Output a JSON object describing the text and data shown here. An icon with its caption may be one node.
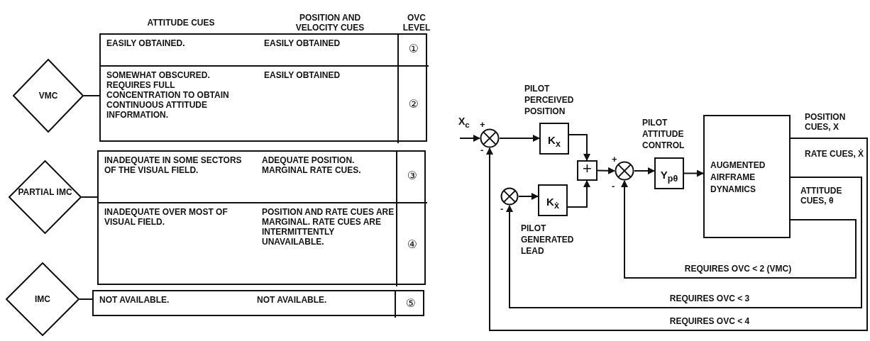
{
  "diagram": {
    "nodes": [
      {
        "text": [
          "VMC"
        ]
      },
      {
        "text": [],
        "shape": "box"
      },
      {
        "text": [
          "EASILY OBTAINED.",
          "EASILY OBTAINED",
          "①"
        ],
        "in": 1
      },
      {
        "text": [
          "SOMEWHAT OBSCURED. REQUIRES FULL CONCENTRATION TO OBTAIN CONTINUOUS ATTITUDE INFORMATION.",
          "EASILY OBTAINED",
          "②"
        ],
        "in": 1
      },
      {
        "text": [
          "PARTIAL IMC"
        ]
      },
      {
        "text": [],
        "shape": "box"
      },
      {
        "text": [
          "INADEQUATE IN SOME SECTORS OF THE VISUAL FIELD.",
          "ADEQUATE POSITION. MARGINAL RATE CUES.",
          "③"
        ],
        "in": 5
      },
      {
        "text": [
          "INADEQUATE OVER MOST OF VISUAL FIELD.",
          "POSITION AND RATE CUES ARE MARGINAL. RATE CUES ARE INTERMITTENTLY UNAVAILABLE.",
          "④"
        ],
        "in": 5
      },
      {
        "text": [
          "IMC"
        ]
      },
      {
        "text": [],
        "shape": "box"
      },
      {
        "text": [
          "NOT AVAILABLE.",
          "NOT AVAILABLE.",
          "⑤"
        ],
        "in": 9
      },
      {
        "text": [],
        "shape": "circle"
      },
      {
        "text": [
          "K$_{x}$"
        ],
        "beside": [
          "PILOT PERCEIVED POSITION"
        ]
      },
      {
        "text": [],
        "shape": "circle"
      },
      {
        "text": [
          "K$_{ẋ}$"
        ],
        "beside": [
          "PILOT GENERATED LEAD"
        ]
      },
      {
        "text": [
          "+"
        ]
      },
      {
        "text": [],
        "shape": "circle"
      },
      {
        "text": [
          "Y$_{pθ}$"
        ],
        "beside": [
          "PILOT ATTITUDE CONTROL"
        ]
      },
      {
        "text": [
          "AUGMENTED AIRFRAME DYNAMICS"
        ]
      }
    ],
    "edges": [
      {
        "from": 0,
        "to": 1,
        "arrow": "none"
      },
      {
        "from": 4,
        "to": 5,
        "arrow": "none"
      },
      {
        "from": 8,
        "to": 9,
        "arrow": "none"
      },
      {
        "from": null,
        "to": 11,
        "arrow": "to"
      },
      {
        "from": 11,
        "to": 12,
        "arrow": "to"
      },
      {
        "from": 12,
        "to": 15,
        "arrow": "to"
      },
      {
        "from": 13,
        "to": 14,
        "arrow": "to"
      },
      {
        "from": 14,
        "to": 15,
        "arrow": "to"
      },
      {
        "from": 15,
        "to": 16,
        "arrow": "to"
      },
      {
        "from": 16,
        "to": 17,
        "arrow": "to"
      },
      {
        "from": 17,
        "to": 18,
        "arrow": "to"
      },
      {
        "from": 18,
        "to": 16,
        "arrow": "to",
        "label": "REQUIRES OVC < 2 (VMC)"
      },
      {
        "from": 18,
        "to": 13,
        "arrow": "to",
        "label": "REQUIRES OVC < 3"
      },
      {
        "from": 18,
        "to": 11,
        "arrow": "to",
        "label": "REQUIRES OVC < 4"
      }
    ],
    "labels": [
      "ATTITUDE CUES",
      "POSITION AND VELOCITY CUES",
      "OVC LEVEL",
      "X$_{c}$",
      "+",
      "-",
      "-",
      "+",
      "-",
      "POSITION CUES, X",
      "RATE CUES, Ẋ",
      "ATTITUDE CUES, θ"
    ]
  }
}
